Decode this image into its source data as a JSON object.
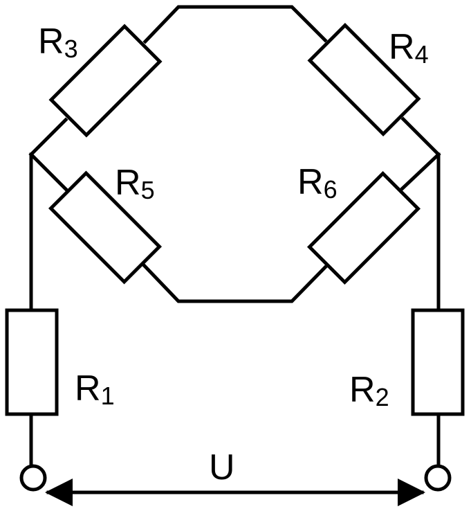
{
  "resistors": [
    {
      "id": "R1",
      "symbol": "R",
      "index": "1"
    },
    {
      "id": "R2",
      "symbol": "R",
      "index": "2"
    },
    {
      "id": "R3",
      "symbol": "R",
      "index": "3"
    },
    {
      "id": "R4",
      "symbol": "R",
      "index": "4"
    },
    {
      "id": "R5",
      "symbol": "R",
      "index": "5"
    },
    {
      "id": "R6",
      "symbol": "R",
      "index": "6"
    }
  ],
  "voltage": {
    "label": "U"
  }
}
